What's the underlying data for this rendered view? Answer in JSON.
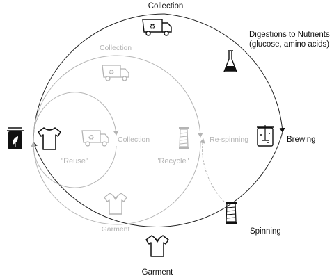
{
  "outer_cycle": {
    "collection": "Collection",
    "digestion_title": "Digestions to Nutrients",
    "digestion_detail": "(glucose, amino acids)",
    "brewing": "Brewing",
    "spinning": "Spinning",
    "garment": "Garment"
  },
  "recycle_loop": {
    "collection": "Collection",
    "respinning": "Re-spinning",
    "recycle": "\"Recycle\"",
    "garment": "Garment"
  },
  "reuse_loop": {
    "collection": "Collection",
    "reuse": "\"Reuse\""
  },
  "colors": {
    "outer": "#111111",
    "inner": "#b4b4b4"
  }
}
